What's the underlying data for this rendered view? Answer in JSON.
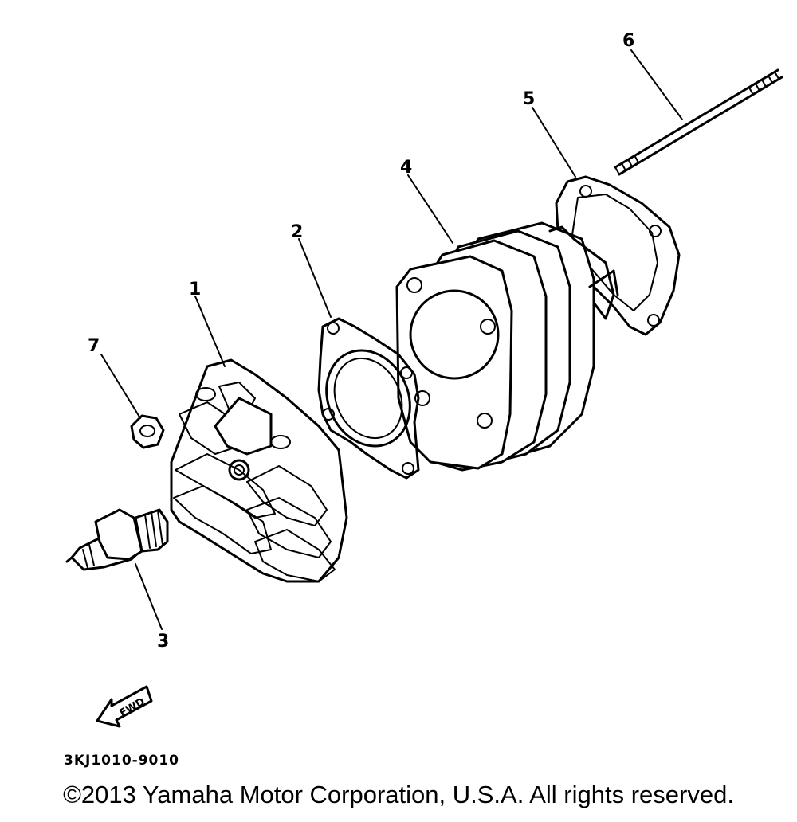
{
  "callouts": {
    "p1": "1",
    "p2": "2",
    "p3": "3",
    "p4": "4",
    "p5": "5",
    "p6": "6",
    "p7": "7"
  },
  "fwd_label": "FWD",
  "diagram_code": "3KJ1010-9010",
  "copyright": "©2013 Yamaha Motor Corporation, U.S.A. All rights reserved."
}
